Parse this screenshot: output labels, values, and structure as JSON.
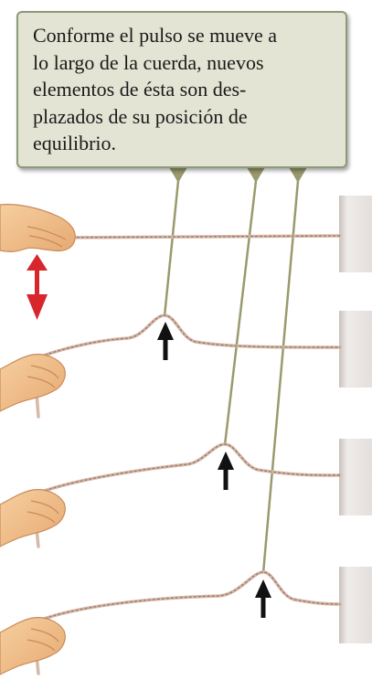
{
  "caption": {
    "lines": [
      "Conforme el pulso se mueve a",
      "lo largo de la cuerda, nuevos",
      "elementos de ésta son des-",
      "plazados de su posición de",
      "equilibrio."
    ]
  },
  "colors": {
    "box_fill": "#e3e4d3",
    "box_border": "#8c9a7a",
    "leader_line": "#9a9a6e",
    "rope": "#d6b9a8",
    "rope_dots": "#9c7d70",
    "hand": "#f1c08f",
    "wall": "#e7e2df",
    "motion_arrow": "#d7262c",
    "pointer_arrow": "#111111"
  },
  "panels": [
    {
      "id": "panel-1",
      "pulse_shown": false
    },
    {
      "id": "panel-2",
      "pulse_shown": true
    },
    {
      "id": "panel-3",
      "pulse_shown": true
    },
    {
      "id": "panel-4",
      "pulse_shown": true
    }
  ]
}
